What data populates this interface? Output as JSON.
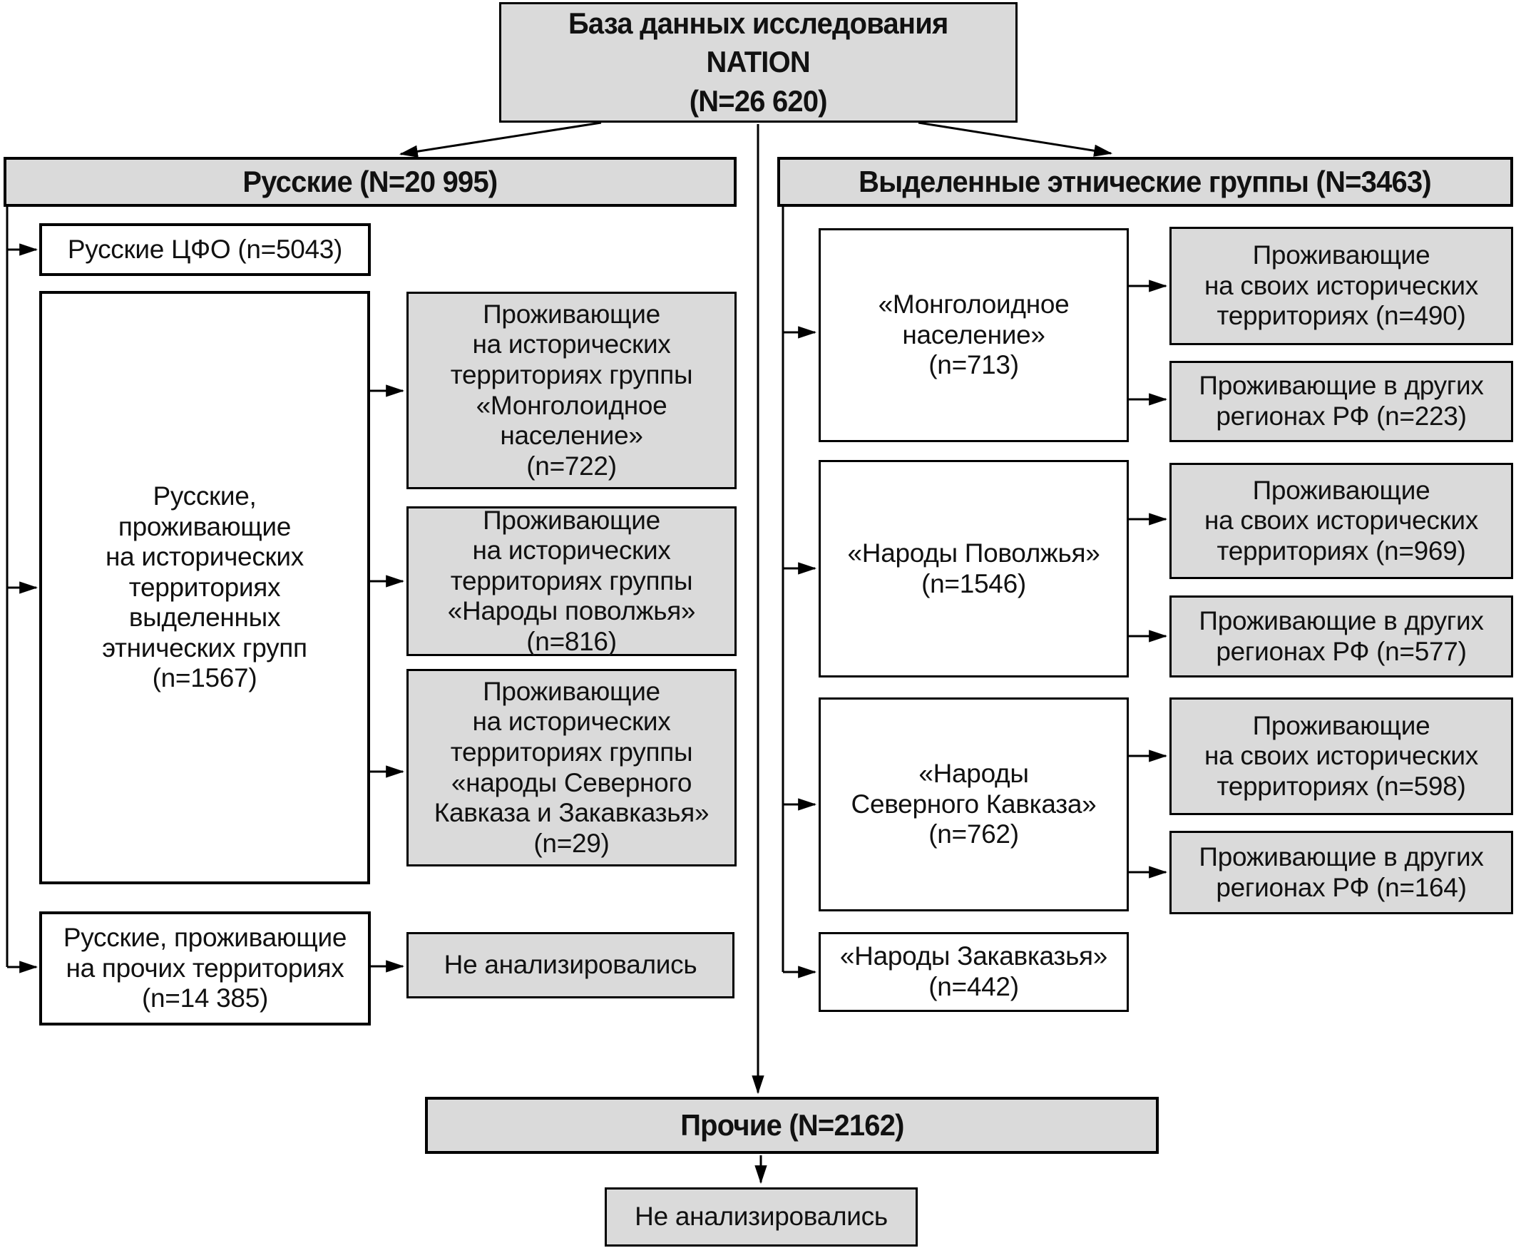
{
  "root": {
    "label": "База данных исследования\nNATION\n(N=26 620)"
  },
  "left": {
    "header": "Русские (N=20 995)",
    "cfo": "Русские ЦФО (n=5043)",
    "historical": "Русские,\nпроживающие\nна исторических\nтерриториях\nвыделенных\nэтнических групп\n(n=1567)",
    "groups": [
      "Проживающие\nна исторических\nтерриториях группы\n«Монголоидное\nнаселение»\n(n=722)",
      "Проживающие\nна исторических\nтерриториях группы\n«Народы поволжья»\n(n=816)",
      "Проживающие\nна исторических\nтерриториях группы\n«народы Северного\nКавказа и Закавказья»\n(n=29)"
    ],
    "other_territories": "Русские, проживающие\nна прочих территориях\n(n=14 385)",
    "not_analyzed": "Не анализировались"
  },
  "right": {
    "header": "Выделенные этнические группы (N=3463)",
    "groups": [
      {
        "label": "«Монголоидное\nнаселение»\n(n=713)",
        "own_territory": "Проживающие\nна своих исторических\nтерриториях (n=490)",
        "other_regions": "Проживающие в других\nрегионах РФ (n=223)"
      },
      {
        "label": "«Народы Поволжья»\n(n=1546)",
        "own_territory": "Проживающие\nна своих исторических\nтерриториях (n=969)",
        "other_regions": "Проживающие в других\nрегионах РФ (n=577)"
      },
      {
        "label": "«Народы\nСеверного Кавказа»\n(n=762)",
        "own_territory": "Проживающие\nна своих исторических\nтерриториях (n=598)",
        "other_regions": "Проживающие в других\nрегионах РФ (n=164)"
      },
      {
        "label": "«Народы Закавказья»\n(n=442)"
      }
    ]
  },
  "bottom": {
    "others": "Прочие (N=2162)",
    "not_analyzed": "Не анализировались"
  },
  "colors": {
    "box_fill_gray": "#dadada",
    "box_fill_white": "#ffffff",
    "border": "#000000"
  }
}
